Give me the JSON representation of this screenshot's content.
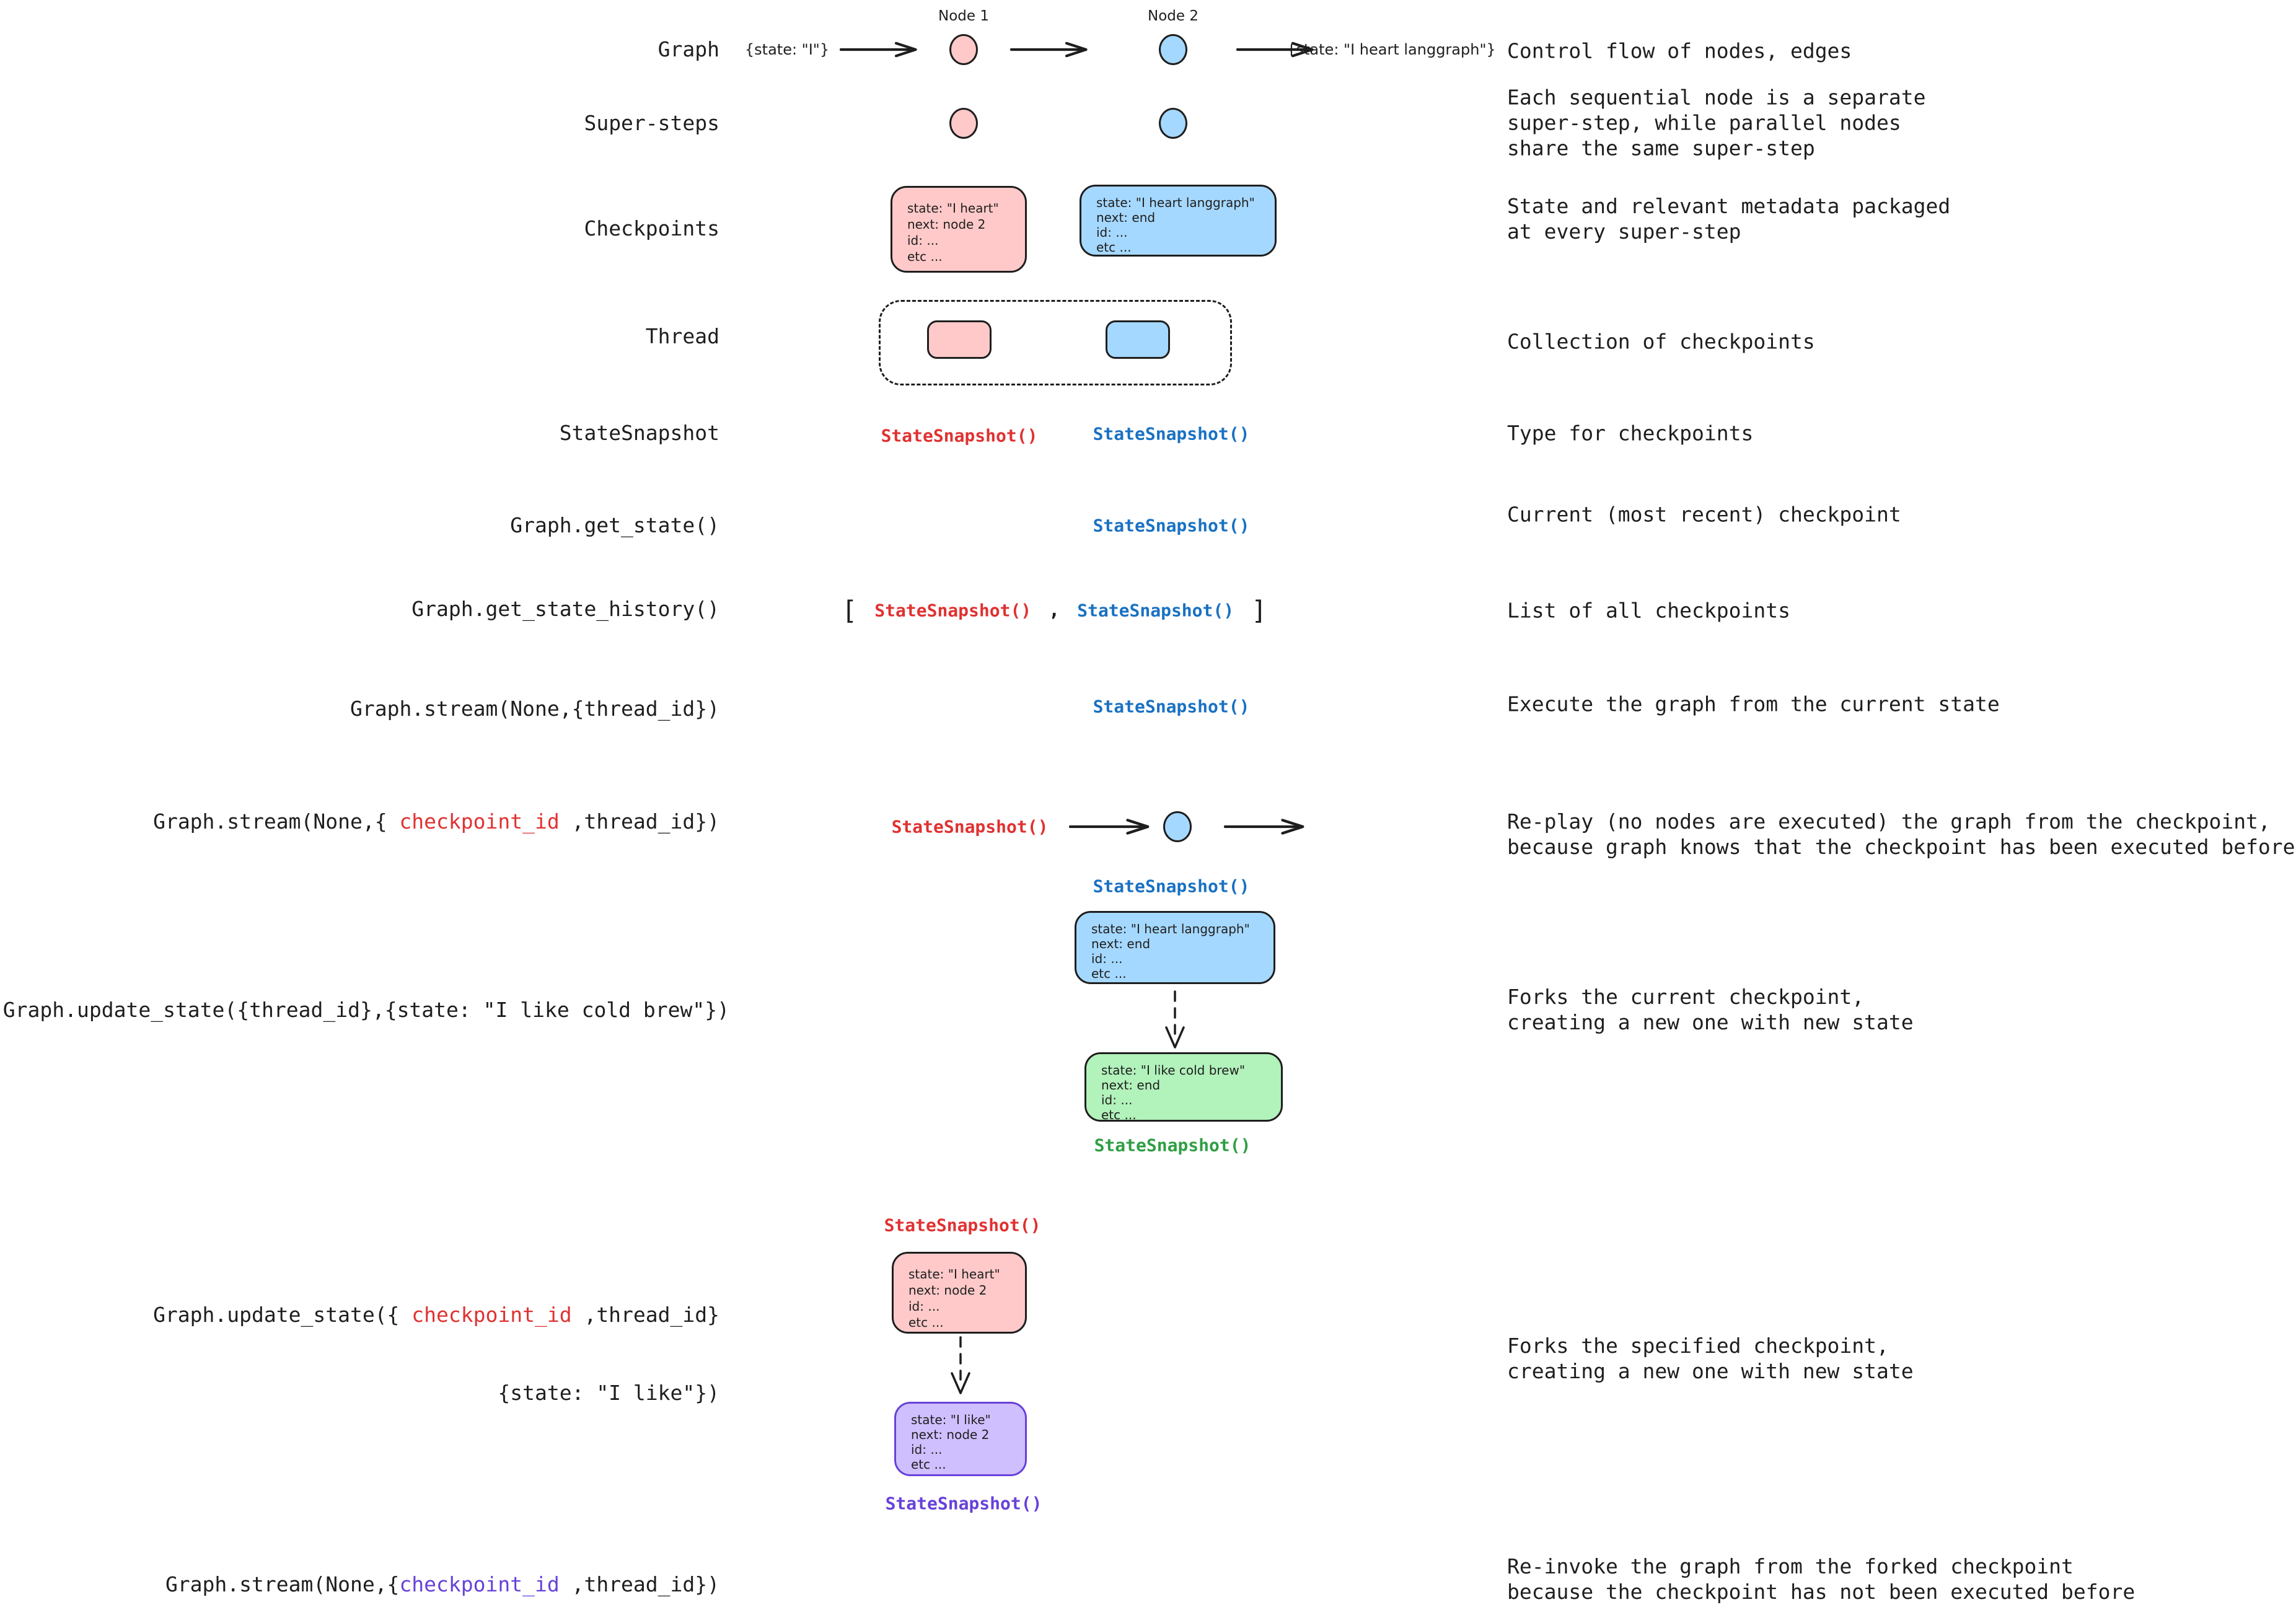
{
  "colors": {
    "ink": "#1e1e1e",
    "pink_fill": "#ffc9c9",
    "blue_fill": "#a5d8ff",
    "green_fill": "#b2f2bb",
    "purple_fill": "#d0bfff",
    "red_text": "#e03131",
    "blue_text": "#1971c2",
    "green_text": "#2f9e44",
    "purple_text": "#6741d9"
  },
  "snapshot_call": "StateSnapshot()",
  "rows": {
    "graph": {
      "label": "Graph",
      "description": "Control flow of nodes, edges"
    },
    "supersteps": {
      "label": "Super-steps",
      "description": "Each sequential node is a separate\nsuper-step, while parallel nodes\nshare the same super-step"
    },
    "checkpoints": {
      "label": "Checkpoints",
      "description": "State and relevant metadata packaged\nat every super-step"
    },
    "thread": {
      "label": "Thread",
      "description": "Collection of checkpoints"
    },
    "statesnapshot": {
      "label": "StateSnapshot",
      "description": "Type for checkpoints"
    },
    "get_state": {
      "label": "Graph.get_state()",
      "description": "Current (most recent) checkpoint"
    },
    "get_state_history": {
      "label": "Graph.get_state_history()",
      "description": "List of all checkpoints",
      "bracket_open": "[",
      "comma": ",",
      "bracket_close": "]"
    },
    "stream_current": {
      "label": "Graph.stream(None,{thread_id})",
      "description": "Execute the graph from the current state"
    },
    "stream_replay": {
      "label_prefix": "Graph.stream(None,{ ",
      "label_highlight": "checkpoint_id",
      "label_suffix": " ,thread_id})",
      "description": "Re-play (no nodes are executed) the graph from the checkpoint,\nbecause graph knows that the checkpoint has been executed before"
    },
    "update_current": {
      "label": "Graph.update_state({thread_id},{state: \"I like cold brew\"})",
      "description": "Forks the current checkpoint,\ncreating a new one with new state"
    },
    "update_specified": {
      "label_prefix": "Graph.update_state({ ",
      "label_highlight": "checkpoint_id",
      "label_suffix": " ,thread_id}",
      "label_line2": "{state: \"I like\"})",
      "description": "Forks the specified checkpoint,\ncreating a new one with new state"
    },
    "stream_forked": {
      "label_prefix": "Graph.stream(None,{",
      "label_highlight": "checkpoint_id",
      "label_suffix": " ,thread_id})",
      "description": "Re-invoke the graph from the forked checkpoint\nbecause the checkpoint has not been executed before"
    }
  },
  "diagram": {
    "node1_label": "Node 1",
    "node2_label": "Node 2",
    "input_state": "{state: \"I\"}",
    "output_state": "{state: \"I heart langgraph\"}",
    "cards": {
      "checkpoint_node1": {
        "lines": [
          "state: \"I heart\"",
          "next: node 2",
          "id: ...",
          "etc ..."
        ]
      },
      "checkpoint_node2": {
        "lines": [
          "state: \"I heart langgraph\"",
          "next: end",
          "id: ...",
          "etc ..."
        ]
      },
      "current_blue": {
        "lines": [
          "state: \"I heart langgraph\"",
          "next: end",
          "id: ...",
          "etc ..."
        ]
      },
      "forked_green": {
        "lines": [
          "state: \"I like cold brew\"",
          "next: end",
          "id: ...",
          "etc ..."
        ]
      },
      "specified_pink": {
        "lines": [
          "state: \"I heart\"",
          "next: node 2",
          "id: ...",
          "etc ..."
        ]
      },
      "forked_purple": {
        "lines": [
          "state: \"I like\"",
          "next: node 2",
          "id: ...",
          "etc ..."
        ]
      }
    }
  }
}
